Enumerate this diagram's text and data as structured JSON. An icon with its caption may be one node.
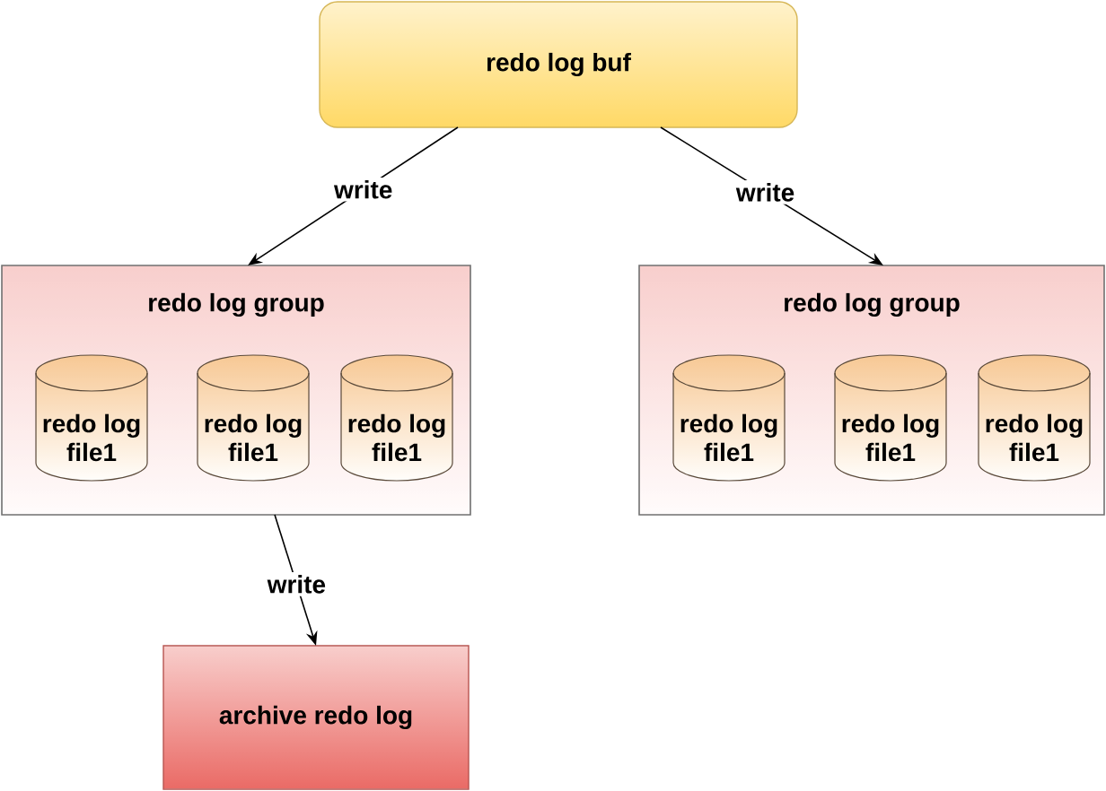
{
  "diagram": {
    "nodes": [
      {
        "text": [
          "redo log buf"
        ]
      },
      {
        "text": [
          "redo log group"
        ]
      },
      {
        "text": [
          "redo log file1"
        ],
        "in": 1
      },
      {
        "text": [
          "redo log file1"
        ],
        "in": 1
      },
      {
        "text": [
          "redo log file1"
        ],
        "in": 1
      },
      {
        "text": [
          "redo log group"
        ]
      },
      {
        "text": [
          "redo log file1"
        ],
        "in": 5
      },
      {
        "text": [
          "redo log file1"
        ],
        "in": 5
      },
      {
        "text": [
          "redo log file1"
        ],
        "in": 5
      },
      {
        "text": [
          "archive redo log"
        ]
      }
    ],
    "edges": [
      {
        "from": 0,
        "to": 1,
        "arrow": "to",
        "label": "write"
      },
      {
        "from": 0,
        "to": 5,
        "arrow": "to",
        "label": "write"
      },
      {
        "from": 1,
        "to": 9,
        "arrow": "to",
        "label": "write"
      }
    ]
  }
}
